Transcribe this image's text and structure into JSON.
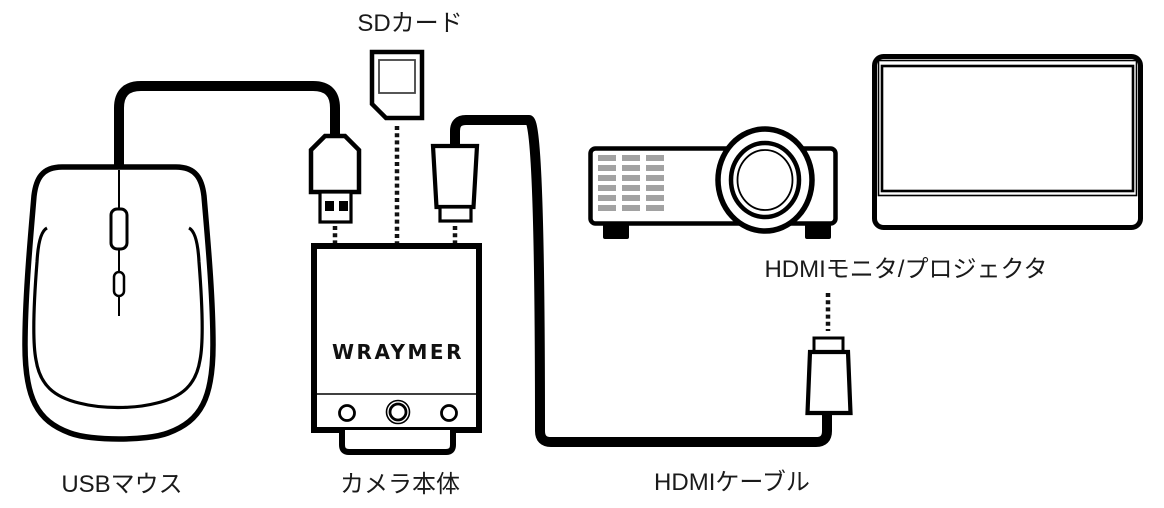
{
  "colors": {
    "line": "#000000",
    "vent_gray": "#a2a2a2",
    "text": "#1a1a1a",
    "background": "#ffffff"
  },
  "components": [
    {
      "id": "usb-mouse",
      "label": "USBマウス"
    },
    {
      "id": "sd-card",
      "label": "SDカード"
    },
    {
      "id": "camera-body",
      "label": "カメラ本体",
      "brand": "WRAYMER"
    },
    {
      "id": "hdmi-cable",
      "label": "HDMIケーブル"
    },
    {
      "id": "hdmi-monitor-projector",
      "label": "HDMIモニタ/プロジェクタ"
    }
  ],
  "connections": [
    {
      "from": "usb-mouse",
      "to": "camera-body",
      "type": "usb-cable"
    },
    {
      "from": "sd-card",
      "to": "camera-body",
      "type": "sd-slot"
    },
    {
      "from": "camera-body",
      "to": "hdmi-monitor-projector",
      "type": "hdmi-cable"
    }
  ]
}
